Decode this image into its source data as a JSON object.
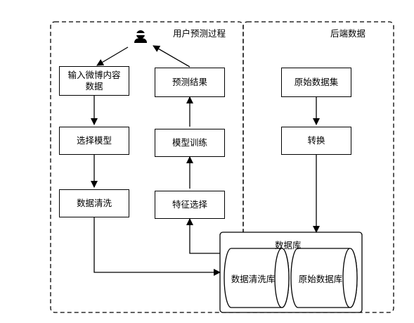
{
  "groups": {
    "user_process": "用户预测过程",
    "backend_data": "后端数据",
    "database": "数据库"
  },
  "nodes": {
    "input_text": "输入微博内容数据",
    "select_model": "选择模型",
    "data_cleaning": "数据清洗",
    "prediction_result": "预测结果",
    "model_training": "模型训练",
    "feature_selection": "特征选择",
    "raw_dataset": "原始数据集",
    "transform": "转换",
    "clean_db": "数据清洗库",
    "raw_db": "原始数据库"
  },
  "icons": {
    "user": "user-icon"
  }
}
